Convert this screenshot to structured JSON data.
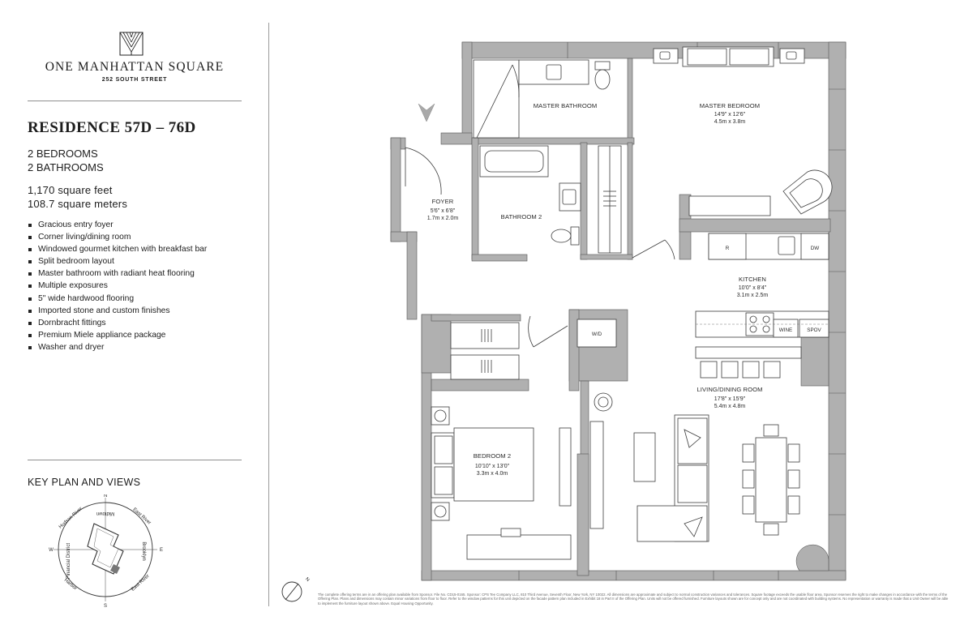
{
  "brand": {
    "name": "ONE MANHATTAN SQUARE",
    "address": "252 SOUTH STREET",
    "logo_icon": "one-manhattan-square-logo"
  },
  "residence": {
    "title": "RESIDENCE 57D – 76D",
    "bedrooms": "2 BEDROOMS",
    "bathrooms": "2 BATHROOMS",
    "square_feet": "1,170 square feet",
    "square_meters": "108.7 square meters"
  },
  "features": [
    "Gracious entry foyer",
    "Corner living/dining room",
    "Windowed gourmet kitchen with breakfast bar",
    "Split bedroom layout",
    "Master bathroom with radiant heat flooring",
    "Multiple exposures",
    "5\" wide hardwood flooring",
    "Imported stone and custom finishes",
    "Dornbracht fittings",
    "Premium Miele appliance package",
    "Washer and dryer"
  ],
  "key_plan": {
    "title": "KEY PLAN AND VIEWS",
    "labels": {
      "north": "N",
      "south": "S",
      "east": "E",
      "west": "W",
      "hudson_river": "Hudson River",
      "east_river_top": "East River",
      "midtown": "Midtown",
      "brooklyn": "Brooklyn",
      "financial_district": "Financial District",
      "harbor": "Harbor",
      "east_river_bottom": "East River"
    }
  },
  "rooms": {
    "master_bathroom": {
      "name": "MASTER BATHROOM"
    },
    "master_bedroom": {
      "name": "MASTER BEDROOM",
      "dim_imperial": "14'9\" x 12'6\"",
      "dim_metric": "4.5m x 3.8m"
    },
    "foyer": {
      "name": "FOYER",
      "dim_imperial": "5'6\" x 6'8\"",
      "dim_metric": "1.7m x 2.0m"
    },
    "bathroom_2": {
      "name": "BATHROOM 2"
    },
    "kitchen": {
      "name": "KITCHEN",
      "dim_imperial": "10'0\" x 8'4\"",
      "dim_metric": "3.1m x 2.5m"
    },
    "living_dining": {
      "name": "LIVING/DINING ROOM",
      "dim_imperial": "17'8\" x 15'9\"",
      "dim_metric": "5.4m x 4.8m"
    },
    "bedroom_2": {
      "name": "BEDROOM 2",
      "dim_imperial": "10'10\" x 13'0\"",
      "dim_metric": "3.3m x 4.0m"
    }
  },
  "fixtures": {
    "refrigerator": "R",
    "dishwasher": "DW",
    "wine": "WINE",
    "spov": "SPOV",
    "washer_dryer": "W/D"
  },
  "north_arrow_label": "N",
  "disclaimer": "The complete offering terms are in an offering plan available from Sponsor. File No. CD15-0165. Sponsor: CPS Tee Company LLC, 810 Third Avenue, Seventh Floor, New York, NY 10022. All dimensions are approximate and subject to normal construction variances and tolerances. Square footage exceeds the usable floor area. Sponsor reserves the right to make changes in accordance with the terms of the Offering Plan. Plans and dimensions may contain minor variations from floor to floor. Refer to the window patterns for this unit depicted on the facade pattern plan included in Exhibit 18 in Part II of the Offering Plan. Units will not be offered furnished. Furniture layouts shown are for concept only and are not coordinated with building systems. No representation or warranty is made that a Unit Owner will be able to implement the furniture layout shown above. Equal Housing Opportunity.",
  "colors": {
    "wall": "#b0b0b0",
    "line": "#3c3c3c",
    "rule": "#8f8f8f"
  }
}
